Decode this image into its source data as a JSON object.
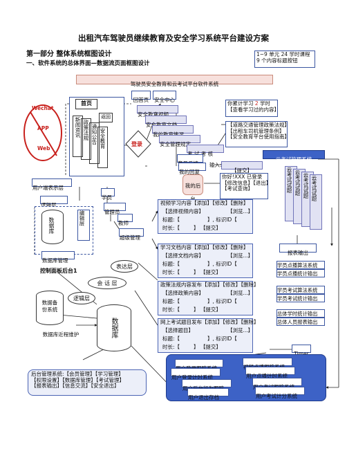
{
  "title": "出租汽车驾驶员继续教育及安全学习系统平台建设方案",
  "section": "第一部分  整体系统框图设计",
  "subsection": "一、软件系统的总体界面—数据流页面框图设计",
  "note": [
    "1~9 单元 24 学时课程",
    "9 个内容标题按钮"
  ],
  "platform_banner": "驾驶员安全教育和云考试平台软件系统",
  "home": "首页",
  "home_back": "回首页",
  "safety_center": "安全中心",
  "no_wechat": [
    "Wechat",
    "APP",
    "Web"
  ],
  "home_columns": [
    "新闻资讯",
    "政策法规",
    "通知公告",
    "安全教育"
  ],
  "return": "返回",
  "login": "登录",
  "menu": [
    "安全教育视频",
    "安全教育文档",
    "我的教育情况",
    "安全管理规定",
    "考 试 考 核",
    "意见反馈",
    "我的回复"
  ],
  "study_stats": [
    "你累计学习",
    "2",
    "学时",
    "【查看学习过的内容】"
  ],
  "regulations": [
    "【道路交通管理政策法规】",
    "【出租车司机管理条例】",
    "【安全教育平台使用指南】"
  ],
  "cloud_exam": "云考试管理系统",
  "input_label": "输入:",
  "submit": "【提交】",
  "my_backend": "我的后台",
  "backend_info": [
    "你好!XXX  已登录",
    "【修改信息】【退出】",
    "【考试查询】"
  ],
  "exam_stack": [
    "云考试试题",
    "云考试试题",
    "云考试试题",
    "云考试试题"
  ],
  "user_front": "用户端表示层",
  "logic_layer": "逻辑层",
  "database": "数据库",
  "edit_layer": "编辑层",
  "db_manage": "数据库管理",
  "student": "学员",
  "admin": "管理员",
  "teacher": "教师",
  "super_admin": "超级管理",
  "panel_video": {
    "header": "视频学习内容【添加】【修改】【删除】",
    "select": "【选择视频内容】",
    "browse": "【浏览...】",
    "title_l": "标题:【",
    "label": "】, 标识ID【",
    "time": "时长:【",
    "submit": "】       【提交】"
  },
  "panel_doc": {
    "header": "学习文档内容【添加】【修改】【删除】",
    "select": "【选择文档内容】",
    "browse": "【浏览...】",
    "title_l": "标题:【",
    "label": "】, 标识ID【",
    "time": "时长:【",
    "submit": "】       【提交】"
  },
  "panel_policy": {
    "header": "政策法规内容发布【添加】【修改】【删除】",
    "select": "【选择政策内容】",
    "browse": "【浏览...】",
    "title_l": "标题:【",
    "label": "】, 标识ID【",
    "time": "时长:【",
    "submit": "】       【提交】"
  },
  "panel_exam": {
    "header": "网上考试题目发布【添加】【修改】【删除】",
    "select": "【选择题目】",
    "browse": "【浏览...】",
    "title_l": "标题:【",
    "label": "】, 标识ID【",
    "time": "时长:【",
    "submit": "】       【提交】"
  },
  "control_panel": "控制面板后台1",
  "presentation_layer": "表达层",
  "session_layer": "会 话 层",
  "logic_layer2": "逻辑层",
  "data_backup": "数据备份系统",
  "remote_maint": "数据库近程维护",
  "report_output": "报表输出",
  "stats_right": [
    "学员点播算法系统",
    "学员点播统计输出",
    "学员考试算法系统",
    "学员考试统计输出",
    "总体学时统计输出",
    "总体人员报表输出"
  ],
  "timer": "Timer",
  "logs": [
    "用户登录跟踪系统",
    "视频点播跟踪系统",
    "用户登录计时系统",
    "用户点播计时系统",
    "用户后台行为跟踪",
    "用户考试跟踪系统",
    "用户退出存档",
    "用户考试计分系统"
  ],
  "backend_mgmt": [
    "后台管理系统:【会员管理】【学习管理】",
    "【权限设置】【数据库管理】【考试管理】",
    "【报表输出】【信息交流】【安全退出】"
  ],
  "colors": {
    "accent_blue": "#3d62c6",
    "pink": "#f7e0dc",
    "violet": "#e1e2f3",
    "red": "#c8201c"
  }
}
